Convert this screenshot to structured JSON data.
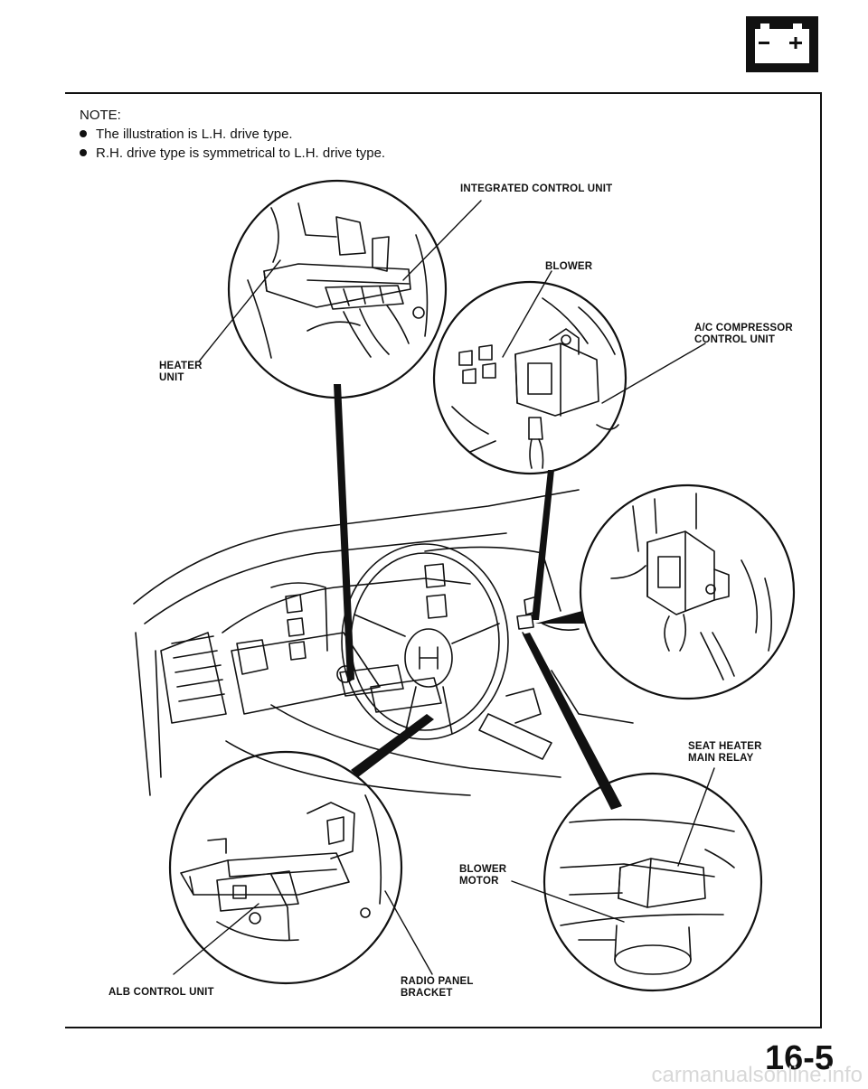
{
  "note": {
    "heading": "NOTE:",
    "items": [
      "The illustration is L.H. drive type.",
      "R.H. drive type is symmetrical to L.H. drive type."
    ]
  },
  "labels": {
    "integrated_control_unit": "INTEGRATED CONTROL UNIT",
    "blower": "BLOWER",
    "ac_compressor_line1": "A/C COMPRESSOR",
    "ac_compressor_line2": "CONTROL UNIT",
    "heater_line1": "HEATER",
    "heater_line2": "UNIT",
    "seat_heater_line1": "SEAT HEATER",
    "seat_heater_line2": "MAIN RELAY",
    "blower_motor_line1": "BLOWER",
    "blower_motor_line2": "MOTOR",
    "radio_panel_line1": "RADIO PANEL",
    "radio_panel_line2": "BRACKET",
    "alb_control_unit": "ALB CONTROL UNIT"
  },
  "page_number": "16-5",
  "battery_icon_symbols": "- +",
  "watermark": "carmanualsonline.info"
}
